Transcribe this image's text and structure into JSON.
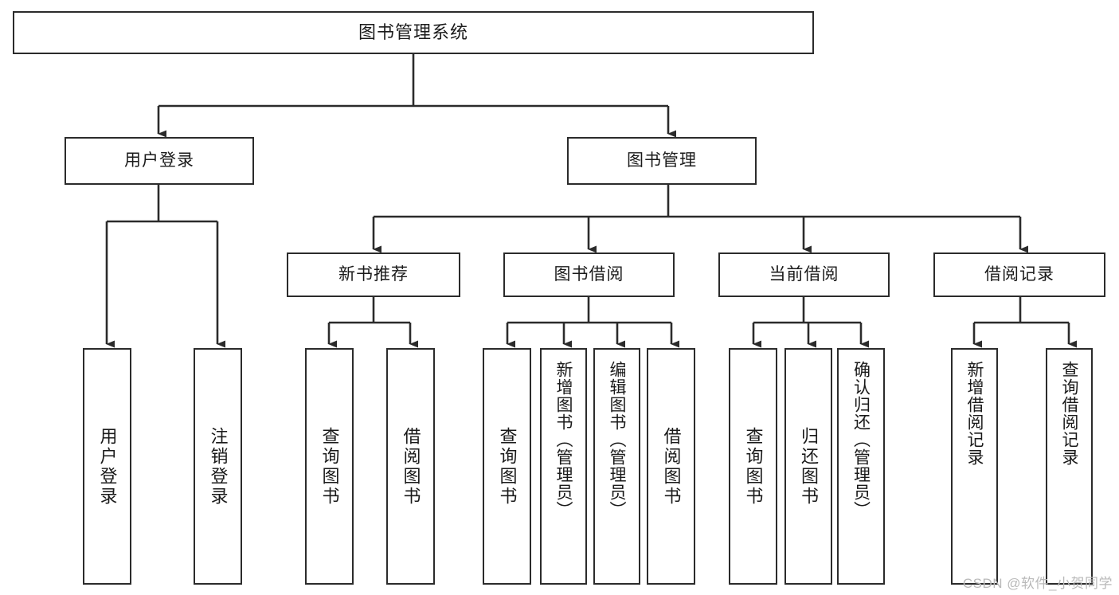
{
  "diagram": {
    "title": "图书管理系统",
    "type": "tree",
    "orientation": "top-down",
    "colors": {
      "box_border": "#2b2b2b",
      "box_fill": "#ffffff",
      "connector": "#2b2b2b",
      "text": "#1a1a1a",
      "watermark": "#b9b9b9",
      "background": "#ffffff"
    }
  },
  "watermark": {
    "text": "CSDN @软件_小贺同学"
  },
  "nodes": {
    "root": {
      "label": "图书管理系统",
      "level": 1
    },
    "level2": [
      {
        "id": "user-login",
        "label": "用户登录"
      },
      {
        "id": "book-management",
        "label": "图书管理"
      }
    ],
    "level3": [
      {
        "id": "new-book-recommend",
        "label": "新书推荐",
        "parent": "book-management"
      },
      {
        "id": "book-borrow",
        "label": "图书借阅",
        "parent": "book-management"
      },
      {
        "id": "current-borrow",
        "label": "当前借阅",
        "parent": "book-management"
      },
      {
        "id": "borrow-record",
        "label": "借阅记录",
        "parent": "book-management"
      }
    ],
    "leaves": [
      {
        "id": "leaf-user-login",
        "label": "用户登录",
        "parent": "user-login"
      },
      {
        "id": "leaf-logout",
        "label": "注销登录",
        "parent": "user-login"
      },
      {
        "id": "leaf-query-book-1",
        "label": "查询图书",
        "parent": "new-book-recommend"
      },
      {
        "id": "leaf-borrow-book-1",
        "label": "借阅图书",
        "parent": "new-book-recommend"
      },
      {
        "id": "leaf-query-book-2",
        "label": "查询图书",
        "parent": "book-borrow"
      },
      {
        "id": "leaf-add-book",
        "label": "新增图书（管理员）",
        "parent": "book-borrow"
      },
      {
        "id": "leaf-edit-book",
        "label": "编辑图书（管理员）",
        "parent": "book-borrow"
      },
      {
        "id": "leaf-borrow-book-2",
        "label": "借阅图书",
        "parent": "book-borrow"
      },
      {
        "id": "leaf-query-book-3",
        "label": "查询图书",
        "parent": "current-borrow"
      },
      {
        "id": "leaf-return-book",
        "label": "归还图书",
        "parent": "current-borrow"
      },
      {
        "id": "leaf-confirm-return",
        "label": "确认归还（管理员）",
        "parent": "current-borrow"
      },
      {
        "id": "leaf-add-record",
        "label": "新增借阅记录",
        "parent": "borrow-record"
      },
      {
        "id": "leaf-query-record",
        "label": "查询借阅记录",
        "parent": "borrow-record"
      }
    ]
  }
}
